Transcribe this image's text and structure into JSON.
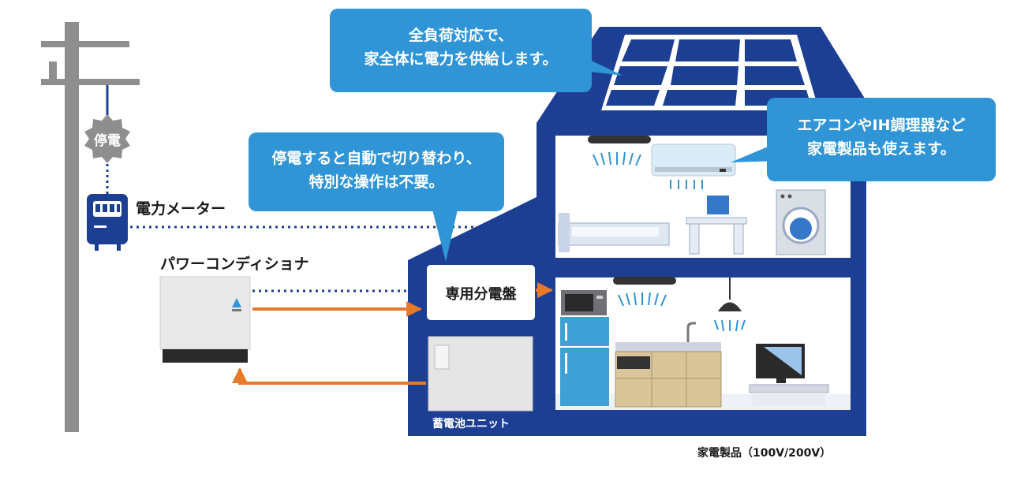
{
  "bubbles": {
    "full_load": [
      "全負荷対応で、",
      "家全体に電力を供給します。"
    ],
    "auto_switch": [
      "停電すると自動で切り替わり、",
      "特別な操作は不要。"
    ],
    "appliances": [
      "エアコンやIH調理器など",
      "家電製品も使えます。"
    ]
  },
  "labels": {
    "outage_badge": "停電",
    "meter": "電力メーター",
    "power_conditioner": "パワーコンディショナ",
    "distribution_board": "専用分電盤",
    "battery_unit": "蓄電池ユニット",
    "appliances_caption": "家電製品（100V/200V）"
  },
  "colors": {
    "house_navy": "#1d3f93",
    "bubble_blue": "#2f95d7",
    "arrow_orange": "#e8782a",
    "pole_gray": "#8e8e8e",
    "room_white": "#ffffff",
    "floor_beige": "#d8c59a"
  }
}
